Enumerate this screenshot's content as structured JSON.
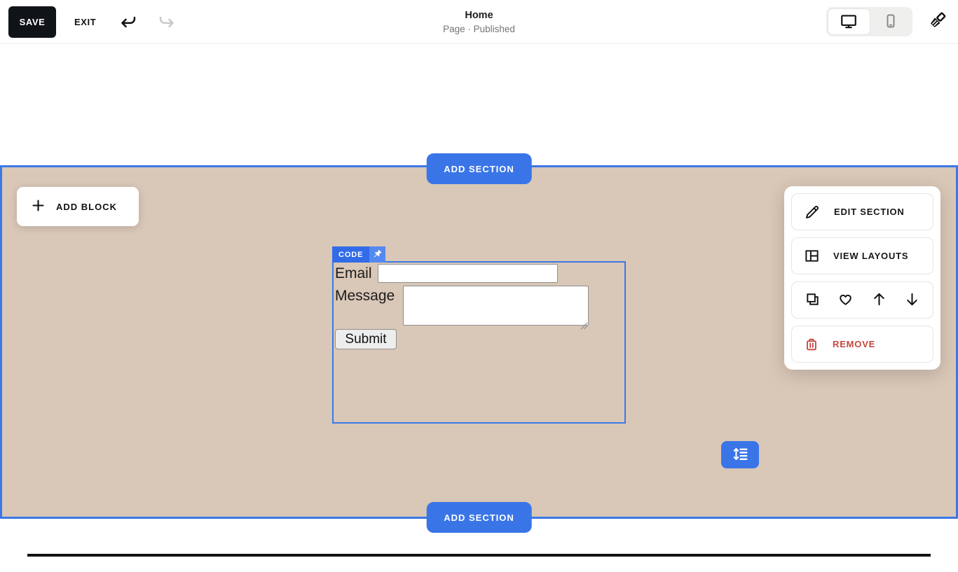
{
  "topbar": {
    "save": "SAVE",
    "exit": "EXIT",
    "title": "Home",
    "subtitle": "Page · Published"
  },
  "editor": {
    "add_section_top": "ADD SECTION",
    "add_section_bottom": "ADD SECTION",
    "add_block": "ADD BLOCK"
  },
  "code_block": {
    "tag": "CODE",
    "form": {
      "email_label": "Email",
      "email_value": "",
      "message_label": "Message",
      "message_value": "",
      "submit": "Submit"
    }
  },
  "section_panel": {
    "edit_section": "EDIT SECTION",
    "view_layouts": "VIEW LAYOUTS",
    "remove": "REMOVE"
  },
  "icons": {
    "undo": "undo-curved-arrow",
    "redo": "redo-curved-arrow",
    "desktop": "monitor",
    "mobile": "smartphone",
    "styles": "paintbrush",
    "add": "plus",
    "pin": "pushpin",
    "edit": "pencil",
    "layouts": "split-rectangle",
    "duplicate": "overlapping-squares",
    "favorite": "heart",
    "move_up": "arrow-up",
    "move_down": "arrow-down",
    "remove": "trash-can",
    "spacing": "vertical-arrows-with-lines"
  },
  "colors": {
    "accent_blue": "#3A75E8",
    "selection_blue": "#3B78E7",
    "code_tag_blue": "#316BE8",
    "pin_square_blue": "#5389F0",
    "section_background": "#D9C7B7",
    "remove_red": "#C5463E",
    "notification_dot": "#2F7BF6",
    "save_button": "#101318"
  }
}
